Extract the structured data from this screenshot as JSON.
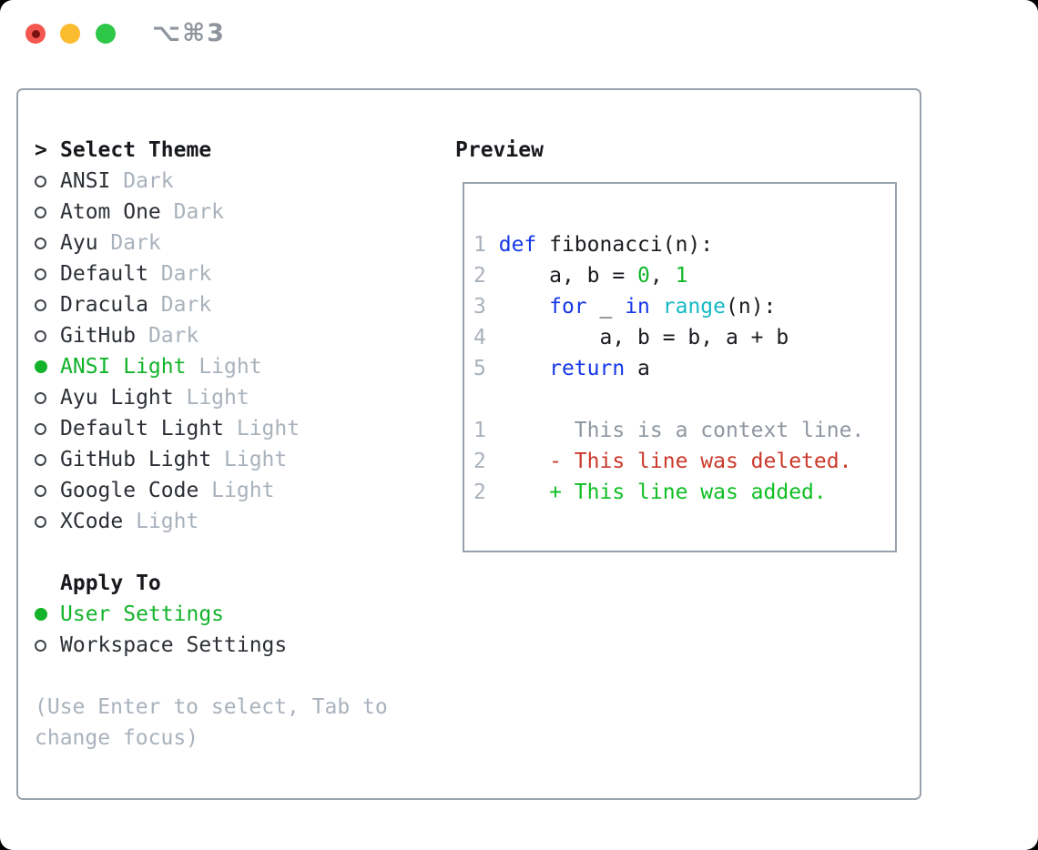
{
  "window": {
    "title": "⌥⌘3",
    "traffic_lights": [
      "close",
      "minimize",
      "zoom"
    ]
  },
  "colors": {
    "accent_green": "#12b32a",
    "keyword_blue": "#1537e8",
    "builtin_cyan": "#16bac5",
    "number_green": "#13b62b",
    "deleted_red": "#cb392b",
    "added_green": "#0fbf23",
    "muted_gray": "#a9b2bc",
    "panel_border": "#9aa3ad",
    "traffic_red": "#f4574f",
    "traffic_yellow": "#fbbc30",
    "traffic_green": "#2ec748"
  },
  "theme_picker": {
    "prompt": ">",
    "header": "Select Theme",
    "items": [
      {
        "name": "ANSI",
        "variant": "Dark",
        "selected": false
      },
      {
        "name": "Atom One",
        "variant": "Dark",
        "selected": false
      },
      {
        "name": "Ayu",
        "variant": "Dark",
        "selected": false
      },
      {
        "name": "Default",
        "variant": "Dark",
        "selected": false
      },
      {
        "name": "Dracula",
        "variant": "Dark",
        "selected": false
      },
      {
        "name": "GitHub",
        "variant": "Dark",
        "selected": false
      },
      {
        "name": "ANSI Light",
        "variant": "Light",
        "selected": true
      },
      {
        "name": "Ayu Light",
        "variant": "Light",
        "selected": false
      },
      {
        "name": "Default Light",
        "variant": "Light",
        "selected": false
      },
      {
        "name": "GitHub Light",
        "variant": "Light",
        "selected": false
      },
      {
        "name": "Google Code",
        "variant": "Light",
        "selected": false
      },
      {
        "name": "XCode",
        "variant": "Light",
        "selected": false
      }
    ],
    "apply_to": {
      "header": "Apply To",
      "options": [
        {
          "name": "User Settings",
          "selected": true
        },
        {
          "name": "Workspace Settings",
          "selected": false
        }
      ]
    },
    "hint_lines": [
      "(Use Enter to select, Tab to",
      "change focus)"
    ]
  },
  "preview": {
    "header": "Preview",
    "code_lines": [
      [
        [
          "ln",
          "1"
        ],
        [
          "pl",
          " "
        ],
        [
          "kw",
          "def"
        ],
        [
          "pl",
          " fibonacci(n):"
        ]
      ],
      [
        [
          "ln",
          "2"
        ],
        [
          "pl",
          "     a, b = "
        ],
        [
          "num",
          "0"
        ],
        [
          "pl",
          ", "
        ],
        [
          "num",
          "1"
        ]
      ],
      [
        [
          "ln",
          "3"
        ],
        [
          "pl",
          "     "
        ],
        [
          "kw",
          "for"
        ],
        [
          "pl",
          " _ "
        ],
        [
          "kw",
          "in"
        ],
        [
          "pl",
          " "
        ],
        [
          "fn",
          "range"
        ],
        [
          "pl",
          "(n):"
        ]
      ],
      [
        [
          "ln",
          "4"
        ],
        [
          "pl",
          "         a, b = b, a + b"
        ]
      ],
      [
        [
          "ln",
          "5"
        ],
        [
          "pl",
          "     "
        ],
        [
          "kw",
          "return"
        ],
        [
          "pl",
          " a"
        ]
      ],
      [],
      [
        [
          "ln",
          "1"
        ],
        [
          "ctx",
          "       This is a context line."
        ]
      ],
      [
        [
          "ln",
          "2"
        ],
        [
          "pl",
          "     "
        ],
        [
          "del",
          "- This line was deleted."
        ]
      ],
      [
        [
          "ln",
          "2"
        ],
        [
          "pl",
          "     "
        ],
        [
          "add",
          "+ This line was added."
        ]
      ]
    ]
  }
}
